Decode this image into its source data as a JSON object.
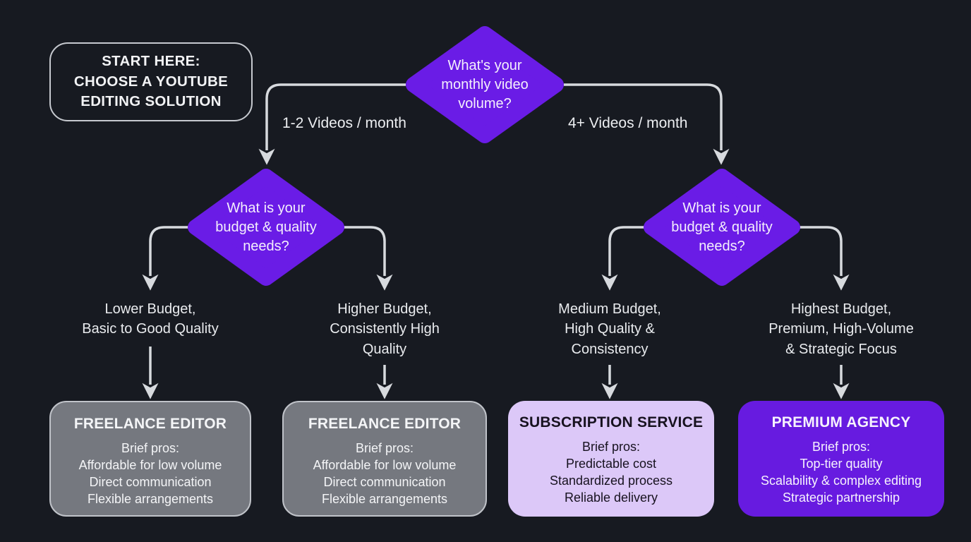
{
  "start": {
    "label": "START HERE:\nCHOOSE A YOUTUBE\nEDITING SOLUTION"
  },
  "decisions": {
    "root": {
      "question": "What's your\nmonthly video\nvolume?"
    },
    "left": {
      "question": "What is your\nbudget & quality\nneeds?"
    },
    "right": {
      "question": "What is your\nbudget & quality\nneeds?"
    }
  },
  "branches": {
    "low_volume": {
      "label": "1-2 Videos / month"
    },
    "high_volume": {
      "label": "4+ Videos / month"
    }
  },
  "outcomes": [
    {
      "label": "Lower Budget,\nBasic to Good Quality"
    },
    {
      "label": "Higher Budget,\nConsistently High\nQuality"
    },
    {
      "label": "Medium Budget,\nHigh Quality &\nConsistency"
    },
    {
      "label": "Highest Budget,\nPremium, High-Volume\n& Strategic Focus"
    }
  ],
  "results": [
    {
      "title": "FREELANCE EDITOR",
      "body": "Brief pros:\nAffordable for low volume\nDirect communication\nFlexible arrangements",
      "variant": "gray"
    },
    {
      "title": "FREELANCE EDITOR",
      "body": "Brief pros:\nAffordable for low volume\nDirect communication\nFlexible arrangements",
      "variant": "gray"
    },
    {
      "title": "SUBSCRIPTION SERVICE",
      "body": "Brief pros:\nPredictable cost\nStandardized process\nReliable delivery",
      "variant": "light-purple"
    },
    {
      "title": "PREMIUM AGENCY",
      "body": "Brief pros:\nTop-tier quality\nScalability & complex editing\nStrategic partnership",
      "variant": "purple"
    }
  ],
  "colors": {
    "background": "#171a21",
    "diamond_purple": "#6a1ce6",
    "result_gray": "#75787f",
    "result_light_purple": "#dcc8f8",
    "result_purple": "#671be0",
    "connector": "#d7dade",
    "text_light": "#f2f3f5",
    "text_dark": "#17121f"
  }
}
